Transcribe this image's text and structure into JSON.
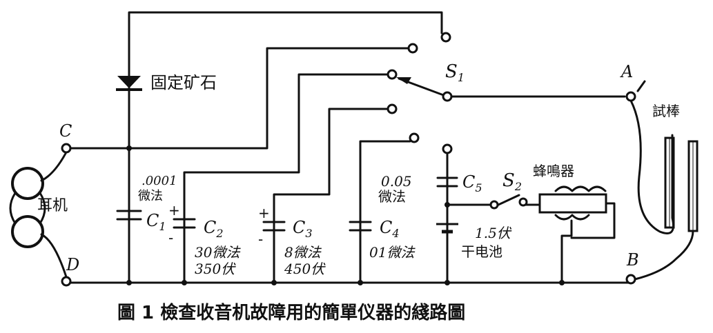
{
  "labels": {
    "component": "固定矿石",
    "earphone": "耳机",
    "probe": "試棒",
    "buzzer": "蜂鳴器",
    "c1_value": ".0001\n微法",
    "c1": "C",
    "c1_sub": "1",
    "c2": "C",
    "c2_sub": "2",
    "c2_value1": "30微法",
    "c2_value2": "350伏",
    "c3": "C",
    "c3_sub": "3",
    "c3_value1": "8微法",
    "c3_value2": "450伏",
    "c4": "C",
    "c4_sub": "4",
    "c4_value": "01微法",
    "c5": "C",
    "c5_sub": "5",
    "c5_value1": "0.05",
    "c5_value2": "微法",
    "s1": "S",
    "s1_sub": "1",
    "s2": "S",
    "s2_sub": "2",
    "battery1": "1.5伏",
    "battery2": "干电池",
    "node_a": "A",
    "node_b": "B",
    "node_c": "C",
    "node_d": "D",
    "plus": "+",
    "minus": "-"
  },
  "caption": "圖 1   檢查收音机故障用的簡單仪器的綫路圖"
}
